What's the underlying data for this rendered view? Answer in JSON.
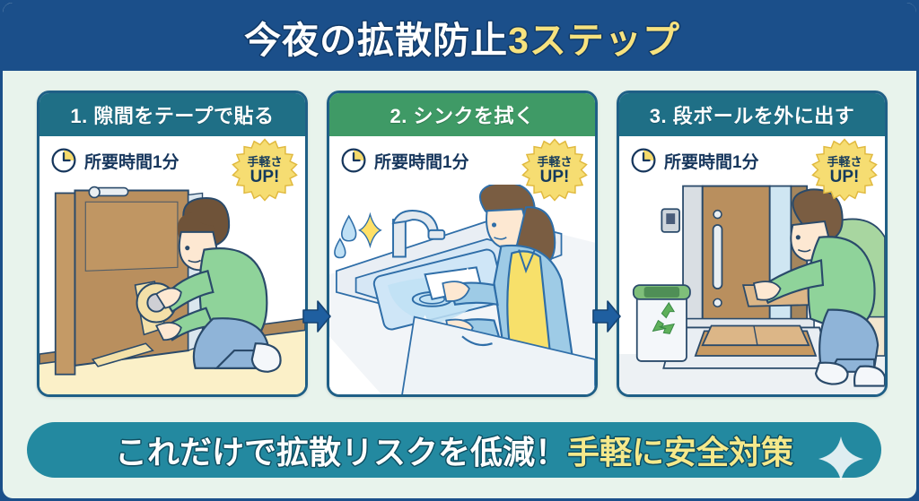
{
  "title": {
    "main": "今夜の拡散防止",
    "accent": "3ステップ",
    "bg_color": "#1b4f8a",
    "accent_color": "#f7e27e"
  },
  "page": {
    "background_color": "#e8f3ec",
    "border_color": "#1b4f8a"
  },
  "steps": [
    {
      "heading": "1. 隙間をテープで貼る",
      "header_color": "#1f6f86",
      "time_label": "所要時間1分",
      "badge_line1": "手軽さ",
      "badge_line2": "UP!",
      "clock_icon": "clock-icon",
      "illustration": "person-taping-door-gap"
    },
    {
      "heading": "2. シンクを拭く",
      "header_color": "#3f9a66",
      "time_label": "所要時間1分",
      "badge_line1": "手軽さ",
      "badge_line2": "UP!",
      "clock_icon": "clock-icon",
      "illustration": "woman-wiping-sink"
    },
    {
      "heading": "3. 段ボールを外に出す",
      "header_color": "#1f6f86",
      "time_label": "所要時間1分",
      "badge_line1": "手軽さ",
      "badge_line2": "UP!",
      "clock_icon": "clock-icon",
      "illustration": "person-taking-cardboard-outside"
    }
  ],
  "arrows": {
    "icon": "arrow-right-icon",
    "color": "#1f5fa0"
  },
  "banner": {
    "main": "これだけで拡散リスクを低減！",
    "accent": "手軽に安全対策",
    "bg_color": "#2389a0",
    "accent_color": "#f5e98b"
  }
}
